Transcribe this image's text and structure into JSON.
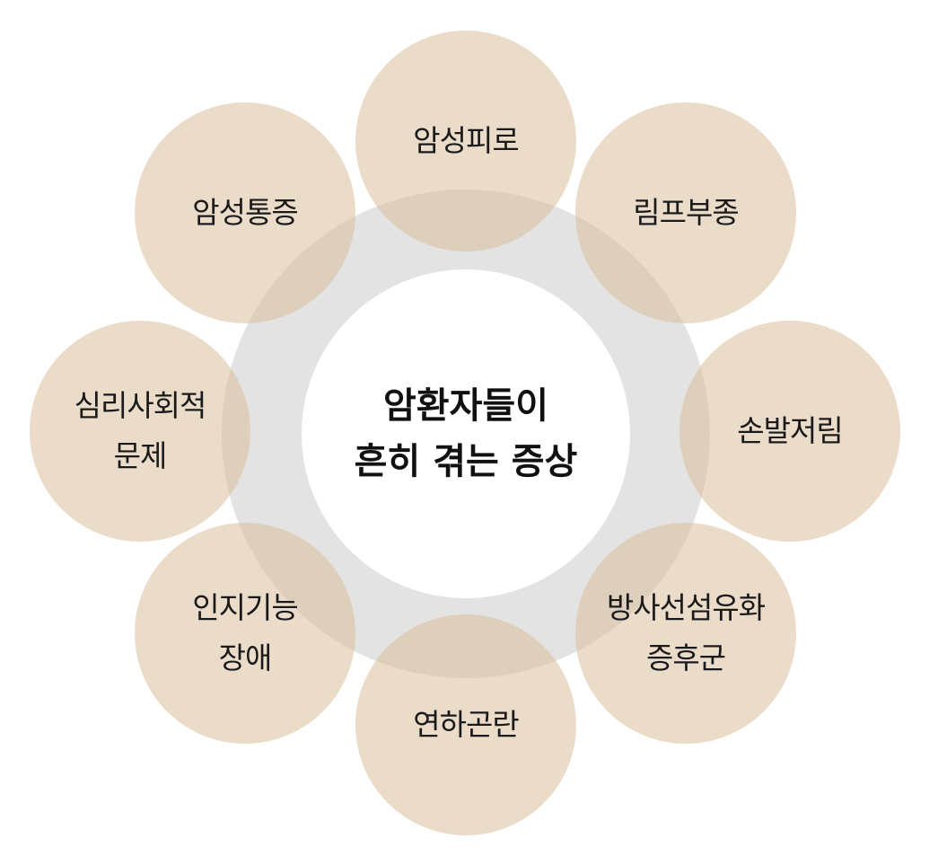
{
  "center": {
    "line1": "암환자들이",
    "line2": "흔히 겪는 증상"
  },
  "nodes": [
    {
      "lines": [
        "암성피로"
      ]
    },
    {
      "lines": [
        "림프부종"
      ]
    },
    {
      "lines": [
        "손발저림"
      ]
    },
    {
      "lines": [
        "방사선섬유화",
        "증후군"
      ]
    },
    {
      "lines": [
        "연하곤란"
      ]
    },
    {
      "lines": [
        "인지기능",
        "장애"
      ]
    },
    {
      "lines": [
        "심리사회적",
        "문제"
      ]
    },
    {
      "lines": [
        "암성통증"
      ]
    }
  ],
  "colors": {
    "node_fill": "#dbc09c",
    "ring": "#e3e3e3",
    "center": "#ffffff"
  }
}
